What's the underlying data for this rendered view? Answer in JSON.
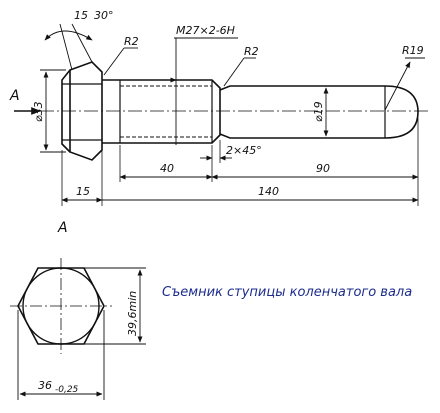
{
  "caption": "Съемник ступицы коленчатого вала",
  "view_letter": "A",
  "section_arrow_label": "A",
  "dimensions": {
    "chamfer_width": "15",
    "chamfer_angle": "30°",
    "head_fillet": "R2",
    "thread": "M27×2-6H",
    "shank_fillet": "R2",
    "end_radius": "R19",
    "head_diameter": "⌀33",
    "shank_diameter": "⌀19",
    "thread_length": "40",
    "thread_chamfer": "2×45°",
    "shank_length": "90",
    "head_length": "15",
    "total_length": "140",
    "across_corners": "39,6min",
    "across_flats": "36",
    "across_flats_tolerance": "-0,25"
  }
}
